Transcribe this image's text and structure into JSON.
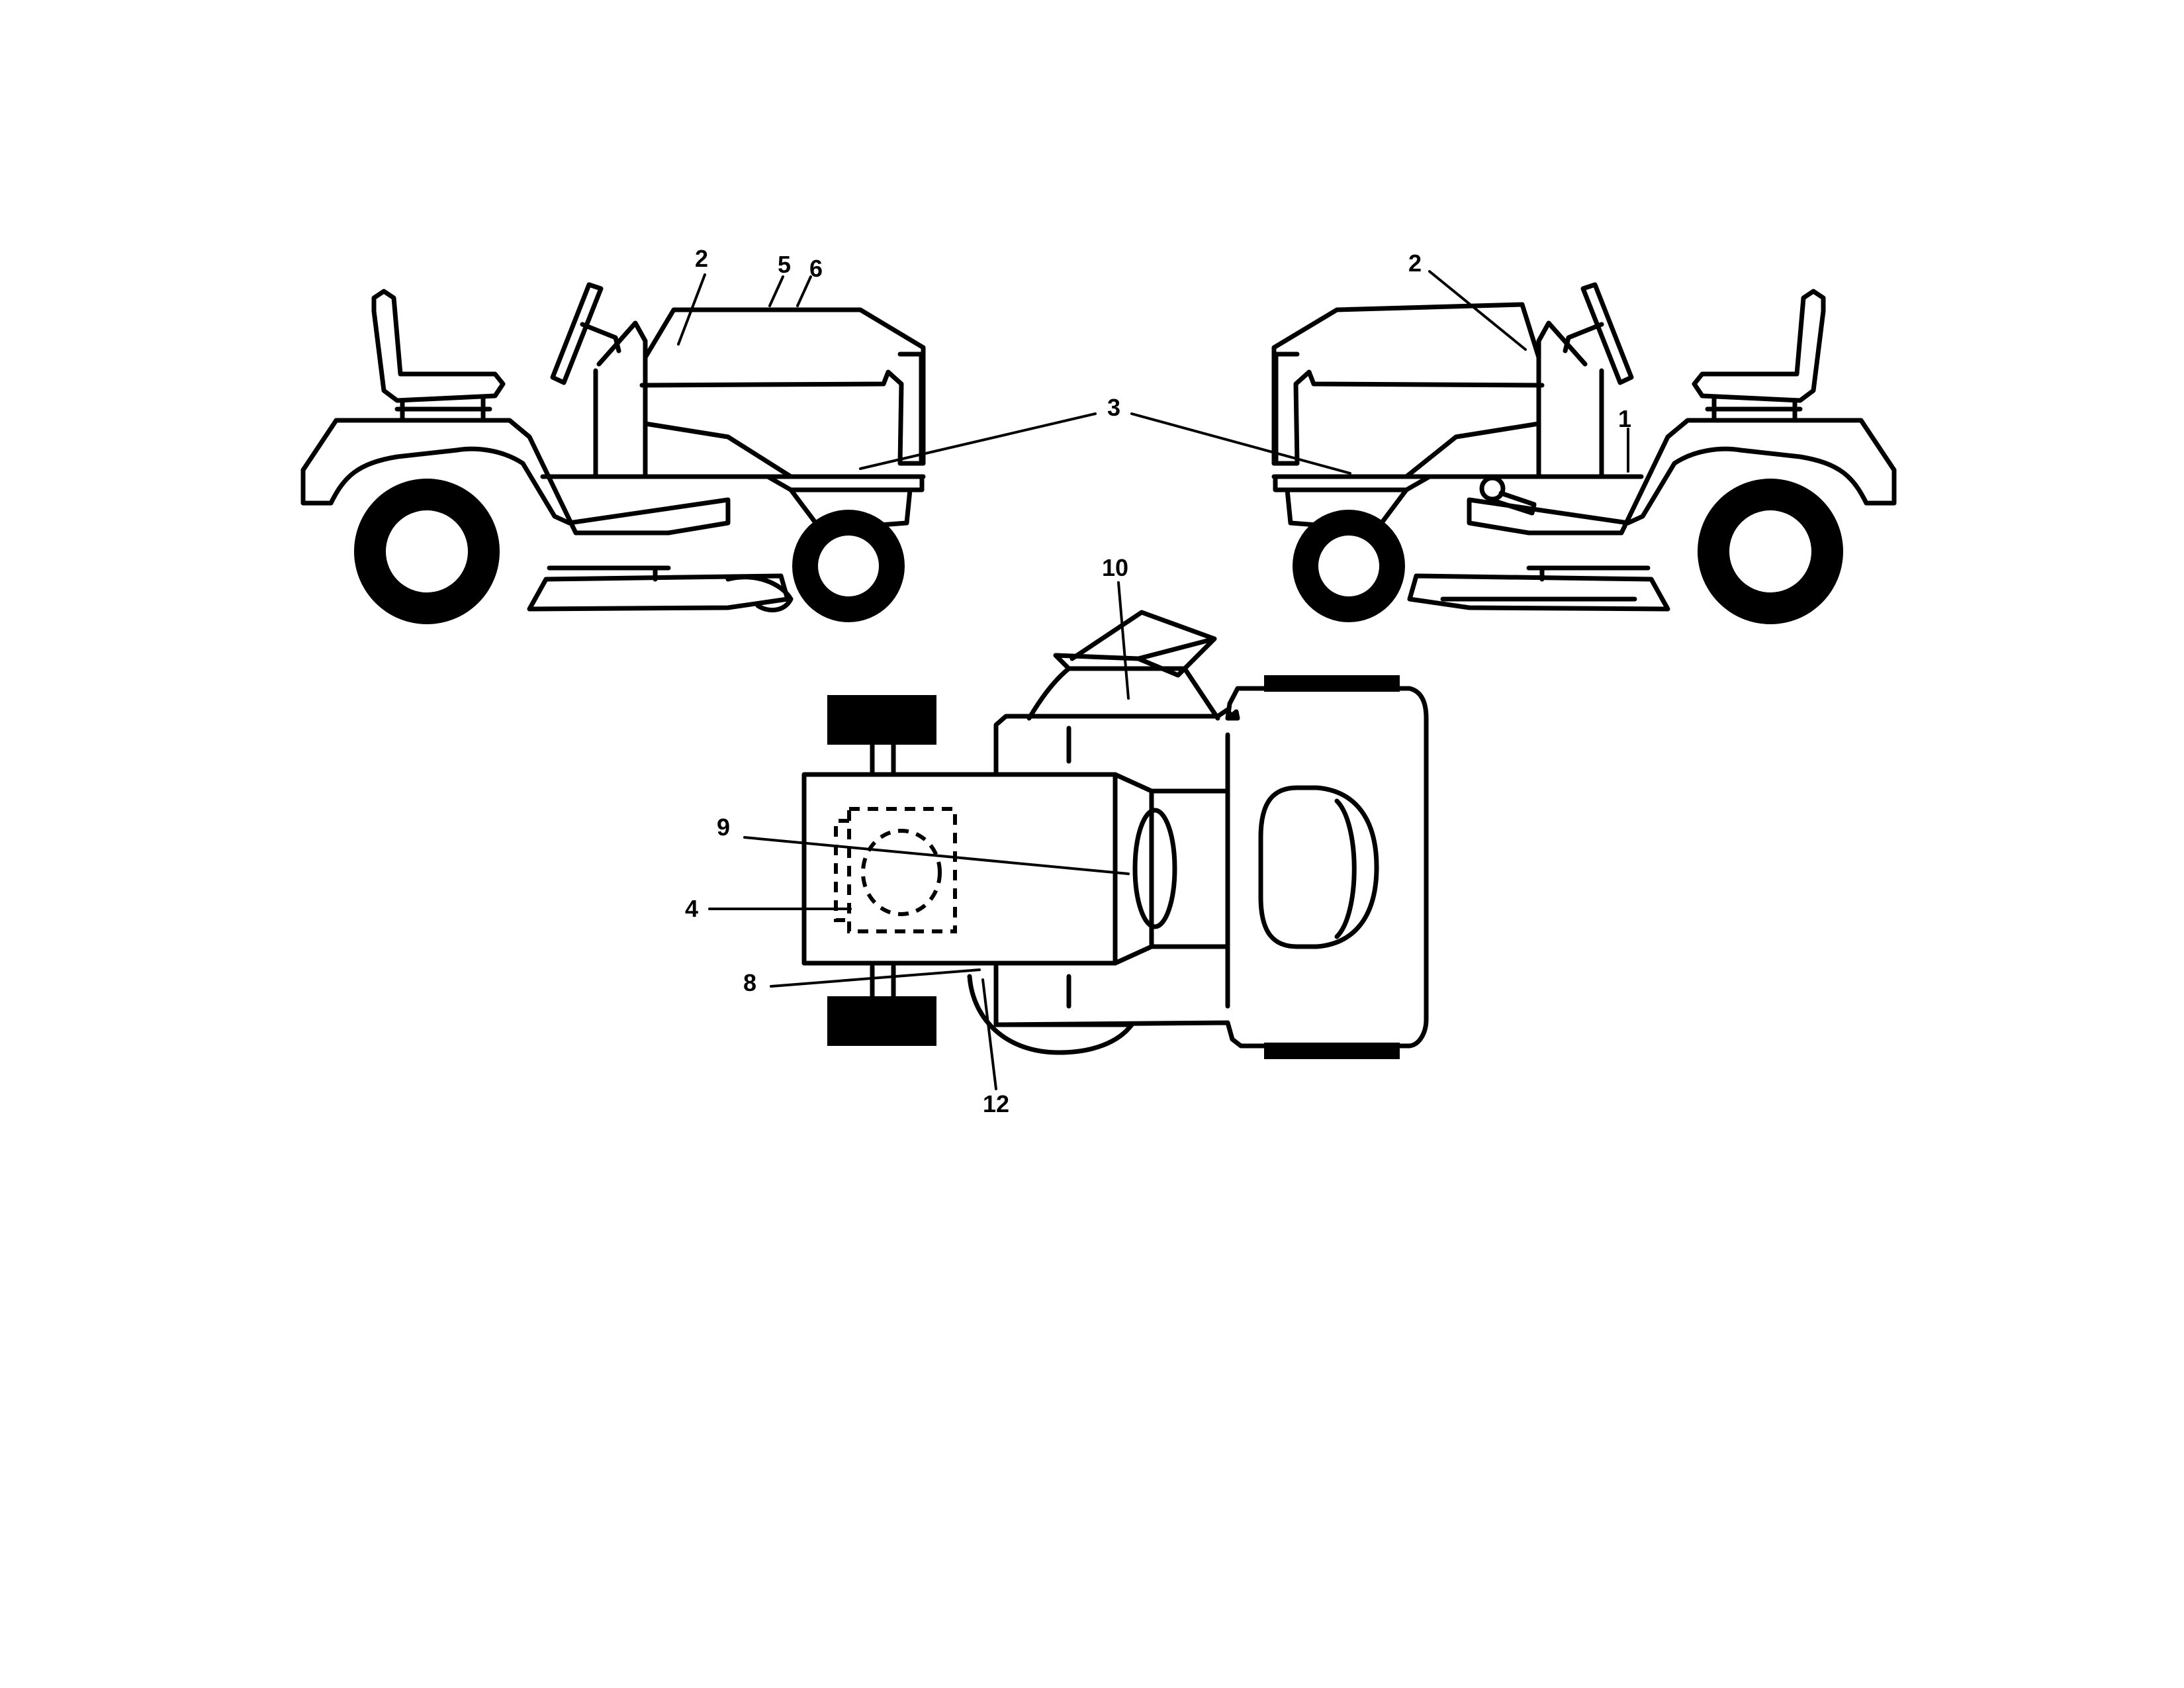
{
  "callouts": {
    "left_2": "2",
    "left_5": "5",
    "left_6": "6",
    "center_3": "3",
    "right_2": "2",
    "right_1": "1",
    "top_10": "10",
    "top_9": "9",
    "top_4": "4",
    "top_8": "8",
    "top_12": "12"
  }
}
